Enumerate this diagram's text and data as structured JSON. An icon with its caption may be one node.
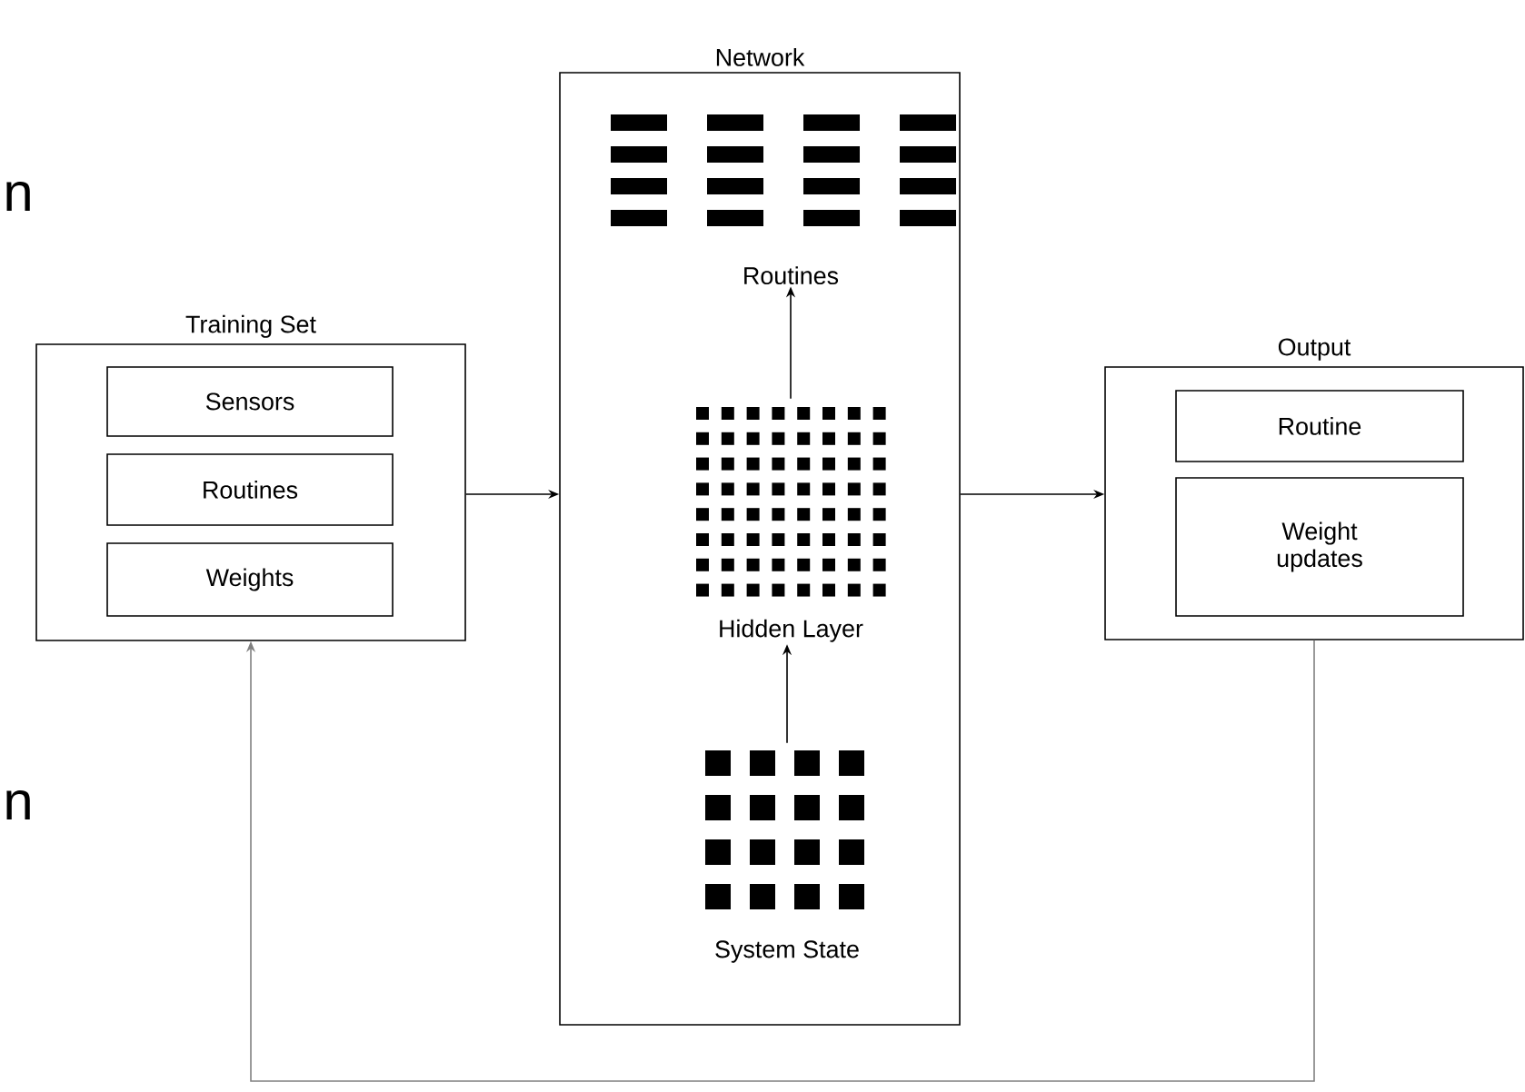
{
  "diagram": {
    "nodes": [
      {
        "text": [
          "Training Set"
        ]
      },
      {
        "text": [
          "Sensors"
        ],
        "in": 0
      },
      {
        "text": [
          "Routines"
        ],
        "in": 0
      },
      {
        "text": [
          "Weights"
        ],
        "in": 0
      },
      {
        "text": [
          "Network"
        ]
      },
      {
        "text": [
          "Routines"
        ],
        "in": 4
      },
      {
        "text": [
          "Hidden Layer"
        ],
        "in": 4
      },
      {
        "text": [
          "System State"
        ],
        "in": 4
      },
      {
        "text": [
          "Output"
        ]
      },
      {
        "text": [
          "Routine"
        ],
        "in": 8
      },
      {
        "text": [
          "Weight updates"
        ],
        "in": 8
      }
    ],
    "edges": [
      {
        "from": 0,
        "to": 4,
        "arrow": "to"
      },
      {
        "from": 4,
        "to": 8,
        "arrow": "to"
      },
      {
        "from": 8,
        "to": 0,
        "arrow": "to",
        "color": "#808080"
      },
      {
        "from": 7,
        "to": 6,
        "arrow": "to"
      },
      {
        "from": 6,
        "to": 5,
        "arrow": "to"
      }
    ],
    "labels": [
      "n",
      "n"
    ]
  }
}
